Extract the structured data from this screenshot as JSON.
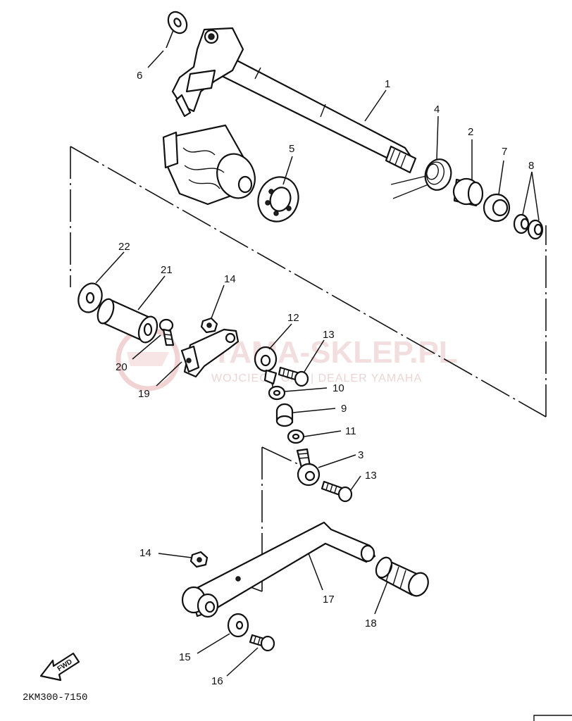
{
  "diagram": {
    "catalog_code": "2KM300-7150",
    "fwd_label": "FWD",
    "watermark": {
      "main": "YAMA-SKLEP.PL",
      "sub": "WOJCIECH GRZ | DEALER YAMAHA"
    },
    "callouts": [
      "1",
      "2",
      "3",
      "4",
      "5",
      "6",
      "7",
      "8",
      "9",
      "10",
      "11",
      "12",
      "13",
      "13",
      "14",
      "14",
      "15",
      "16",
      "17",
      "18",
      "19",
      "20",
      "21",
      "22"
    ]
  }
}
